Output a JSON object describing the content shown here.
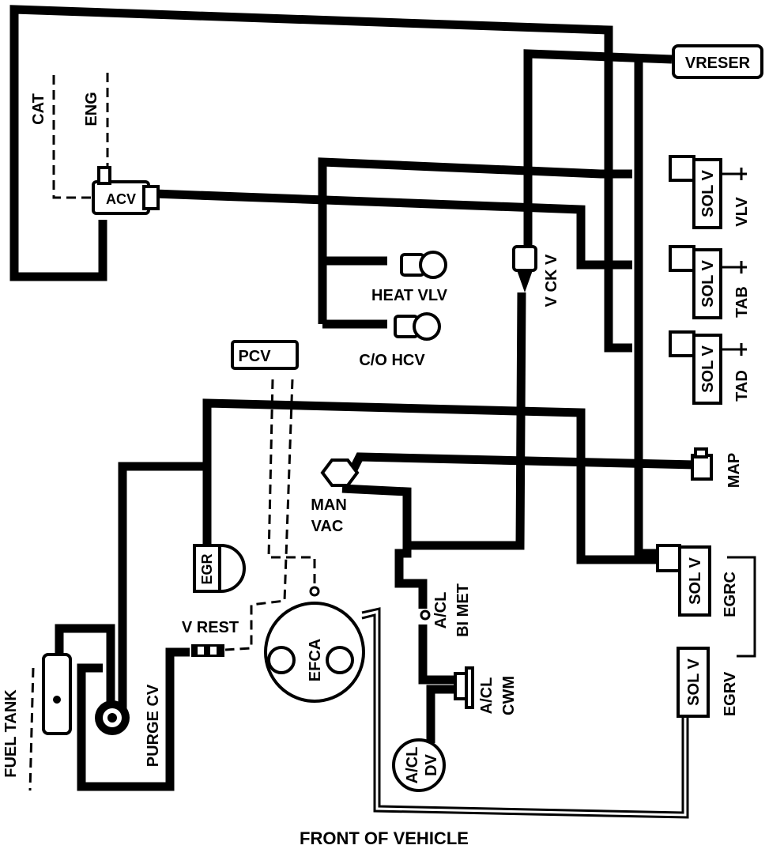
{
  "diagram": {
    "footer": "FRONT OF VEHICLE",
    "labels": {
      "cat": "CAT",
      "eng": "ENG",
      "acv": "ACV",
      "vreser": "VRESER",
      "heat_vlv": "HEAT VLV",
      "co_hcv": "C/O HCV",
      "v_ck_v": "V CK V",
      "pcv": "PCV",
      "sol_v": "SOL V",
      "vlv": "VLV",
      "tab": "TAB",
      "tad": "TAD",
      "map": "MAP",
      "man": "MAN",
      "vac": "VAC",
      "egr": "EGR",
      "egrc": "EGRC",
      "egrv": "EGRV",
      "v_rest": "V REST",
      "efca": "EFCA",
      "acl": "A/CL",
      "bi_met": "BI MET",
      "cwm": "CWM",
      "dv": "DV",
      "fuel_tank": "FUEL TANK",
      "purge_cv": "PURGE CV"
    }
  }
}
